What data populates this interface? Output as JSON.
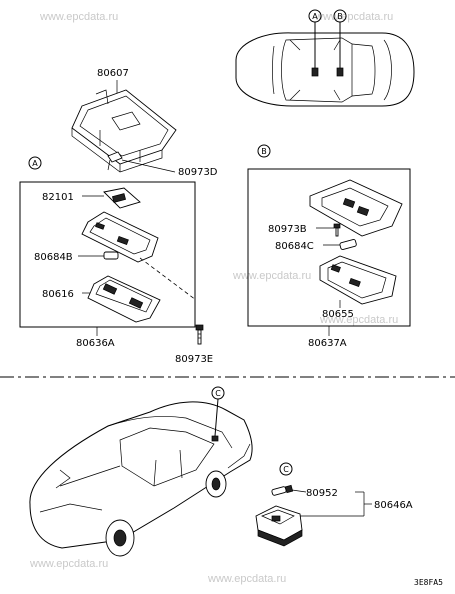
{
  "watermark": "www.epcdata.ru",
  "callouts": {
    "a": "A",
    "b": "B",
    "c": "C"
  },
  "parts": {
    "bracket": "80607",
    "clip_top": "80973D",
    "lens_a": "82101",
    "bulb_a": "80684B",
    "housing_a": "80616",
    "assy_a": "80636A",
    "screw_a": "80973E",
    "screw_b": "80973B",
    "bulb_b": "80684C",
    "housing_b": "80655",
    "assy_b": "80637A",
    "bulb_c": "80952",
    "assy_c": "80646A"
  },
  "diagram_code": "3E8FA5"
}
